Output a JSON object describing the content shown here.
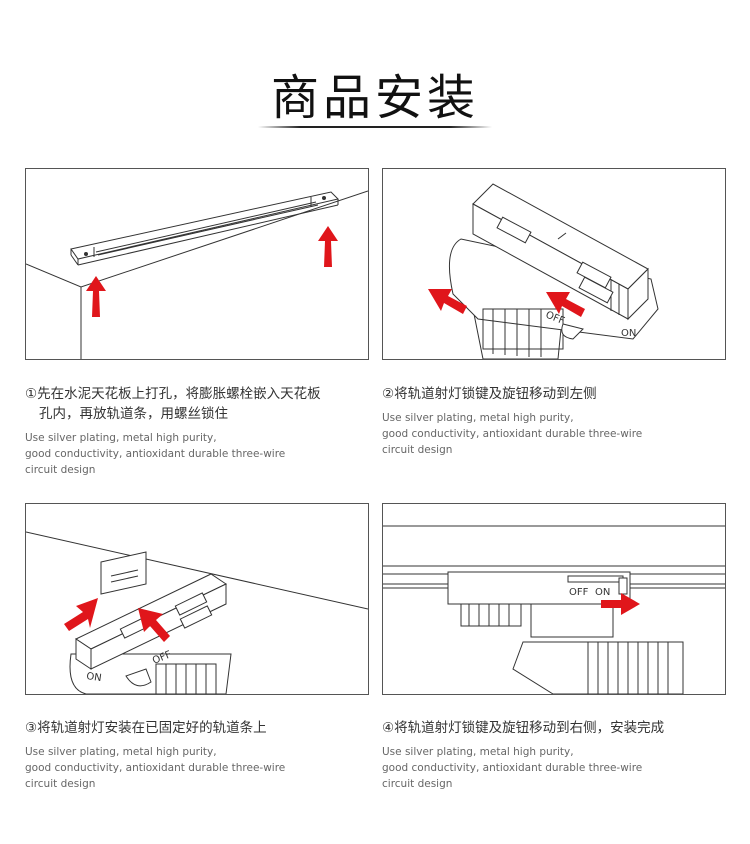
{
  "header": {
    "title": "商品安装"
  },
  "steps": [
    {
      "line1": "①先在水泥天花板上打孔，将膨胀螺栓嵌入天花板",
      "line2": "孔内，再放轨道条，用螺丝锁住",
      "en1": "Use silver plating, metal high purity,",
      "en2": "good conductivity, antioxidant durable three-wire",
      "en3": "circuit design"
    },
    {
      "line1": "②将轨道射灯锁键及旋钮移动到左侧",
      "en1": "Use silver plating, metal high purity,",
      "en2": "good conductivity, antioxidant durable three-wire",
      "en3": "circuit design",
      "labels": {
        "off": "OFF",
        "on": "ON"
      }
    },
    {
      "line1": "③将轨道射灯安装在已固定好的轨道条上",
      "en1": "Use silver plating, metal high purity,",
      "en2": "good conductivity, antioxidant durable three-wire",
      "en3": "circuit design",
      "labels": {
        "off": "OFF",
        "on": "ON"
      }
    },
    {
      "line1": "④将轨道射灯锁键及旋钮移动到右侧，安装完成",
      "en1": "Use silver plating, metal high purity,",
      "en2": "good conductivity, antioxidant durable three-wire",
      "en3": "circuit design",
      "labels": {
        "off": "OFF",
        "on": "ON"
      }
    }
  ],
  "colors": {
    "arrow": "#e0161b",
    "line": "#333333"
  }
}
